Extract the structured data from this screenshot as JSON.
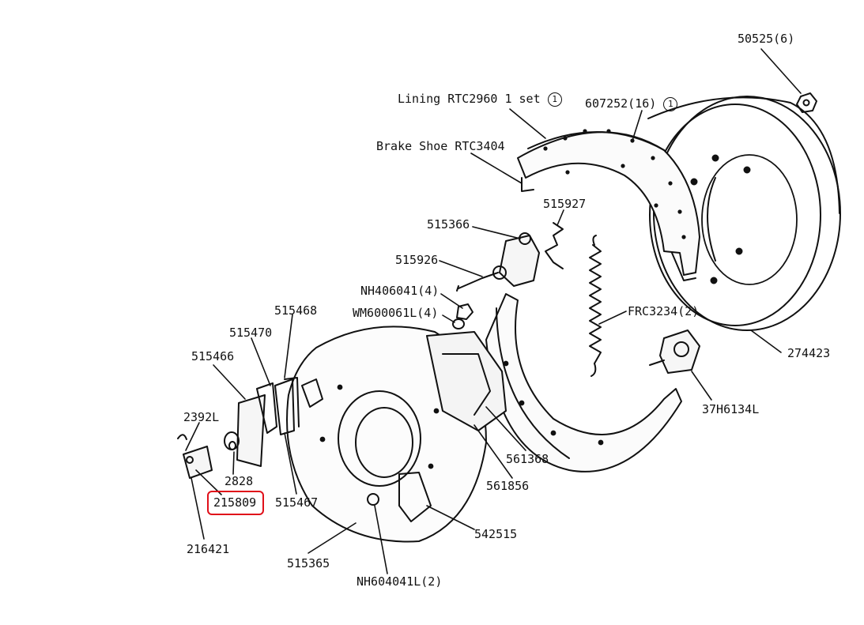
{
  "labels": {
    "p50525": "50525(6)",
    "lining": "Lining RTC2960 1 set",
    "lining_circle": "1",
    "p607252": "607252(16)",
    "p607252_circle": "1",
    "brake_shoe": "Brake Shoe RTC3404",
    "p515927": "515927",
    "p515366": "515366",
    "p515926": "515926",
    "nh406041": "NH406041(4)",
    "wm600061": "WM600061L(4)",
    "frc3234": "FRC3234(2)",
    "p274423": "274423",
    "p515468": "515468",
    "p515470": "515470",
    "p515466": "515466",
    "p2392l": "2392L",
    "p2828": "2828",
    "p215809": "215809",
    "p515467": "515467",
    "p216421": "216421",
    "p515365": "515365",
    "p561368": "561368",
    "p561856": "561856",
    "p542515": "542515",
    "p37h6134l": "37H6134L",
    "nh604041": "NH604041L(2)"
  },
  "highlight": {
    "target": "215809",
    "color": "#e0101a"
  }
}
